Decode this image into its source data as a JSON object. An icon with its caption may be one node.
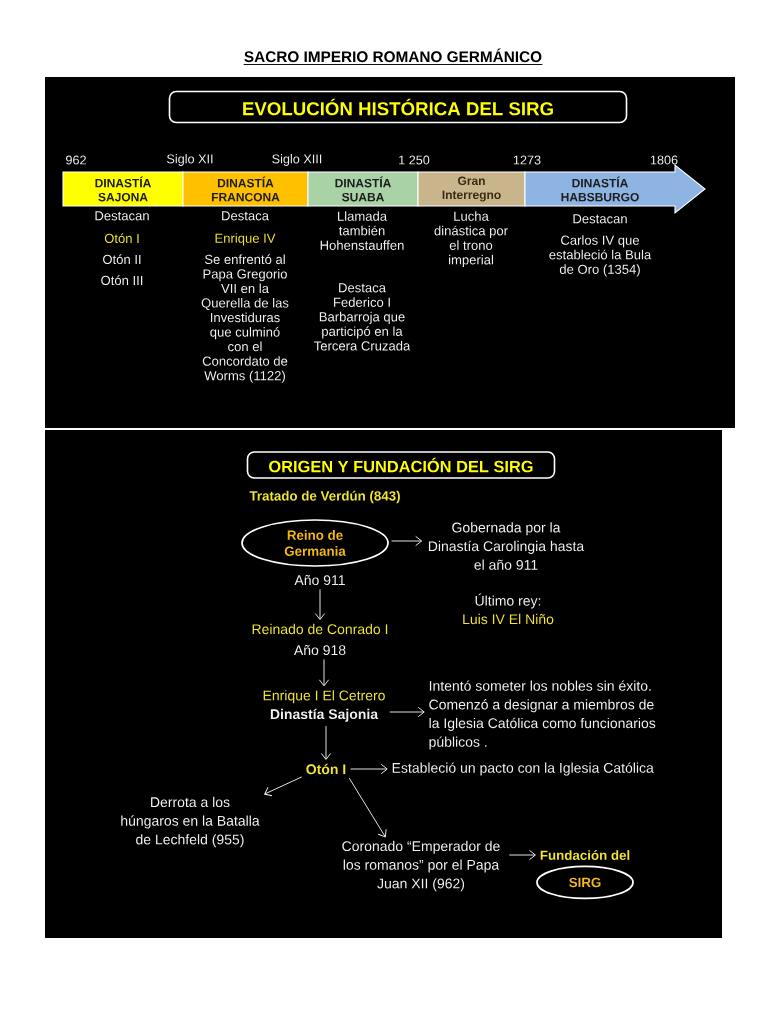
{
  "diagram": {
    "title": "SACRO IMPERIO ROMANO GERMÁNICO",
    "nodes": [
      {
        "text": [
          "EVOLUCIÓN HISTÓRICA DEL SIRG"
        ]
      },
      {
        "text": [
          "DINASTÍA SAJONA"
        ],
        "beside": [
          "Destacan",
          "Otón I",
          "Otón II",
          "Otón III"
        ]
      },
      {
        "text": [
          "DINASTÍA FRANCONA"
        ],
        "beside": [
          "Destaca",
          "Enrique IV",
          "Se enfrentó al Papa Gregorio VII en la Querella de las Investiduras que culminó con el Concordato de Worms (1122)"
        ]
      },
      {
        "text": [
          "DINASTÍA SUABA"
        ],
        "beside": [
          "Llamada también Hohenstauffen",
          "Destaca Federico I Barbarroja que participó en la Tercera Cruzada"
        ]
      },
      {
        "text": [
          "Gran Interregno"
        ],
        "beside": [
          "Lucha dinástica por el trono imperial"
        ]
      },
      {
        "text": [
          "DINASTÍA HABSBURGO"
        ],
        "beside": [
          "Destacan",
          "Carlos IV que estableció la Bula de Oro (1354)"
        ]
      },
      {
        "text": [
          "ORIGEN Y FUNDACIÓN DEL SIRG"
        ]
      },
      {
        "text": [
          "Reino de Germania"
        ]
      },
      {
        "text": [
          "Gobernada por la Dinastía Carolingia hasta el año 911"
        ]
      },
      {
        "text": [
          "Año 911"
        ]
      },
      {
        "text": [
          "Reinado de Conrado I"
        ]
      },
      {
        "text": [
          "Año 918"
        ]
      },
      {
        "text": [
          "Enrique I El Cetrero",
          "Dinastía Sajonia"
        ]
      },
      {
        "text": [
          "Intentó someter los nobles sin éxito. Comenzó a designar a miembros de la Iglesia Católica como funcionarios públicos ."
        ]
      },
      {
        "text": [
          "Otón I"
        ]
      },
      {
        "text": [
          "Estableció un pacto con la Iglesia Católica"
        ]
      },
      {
        "text": [
          "Derrota a los húngaros en la Batalla de Lechfeld (955)"
        ]
      },
      {
        "text": [
          "Coronado “Emperador de los romanos” por el Papa Juan XII (962)"
        ]
      },
      {
        "text": [
          "Fundación del",
          "SIRG"
        ]
      }
    ],
    "edges": [
      {
        "from": 7,
        "to": 8,
        "arrow": "to"
      },
      {
        "from": 9,
        "to": 10,
        "arrow": "to"
      },
      {
        "from": 11,
        "to": 12,
        "arrow": "to"
      },
      {
        "from": 12,
        "to": 13,
        "arrow": "to"
      },
      {
        "from": 12,
        "to": 14,
        "arrow": "to"
      },
      {
        "from": 14,
        "to": 15,
        "arrow": "to"
      },
      {
        "from": 14,
        "to": 16,
        "arrow": "to"
      },
      {
        "from": 14,
        "to": 17,
        "arrow": "to"
      },
      {
        "from": 17,
        "to": 18,
        "arrow": "to"
      }
    ],
    "labels": [
      "962",
      "Siglo XII",
      "Siglo XIII",
      "1 250",
      "1273",
      "1806",
      "Tratado de Verdún (843)",
      "Último rey:",
      "Luis IV El Niño"
    ]
  }
}
